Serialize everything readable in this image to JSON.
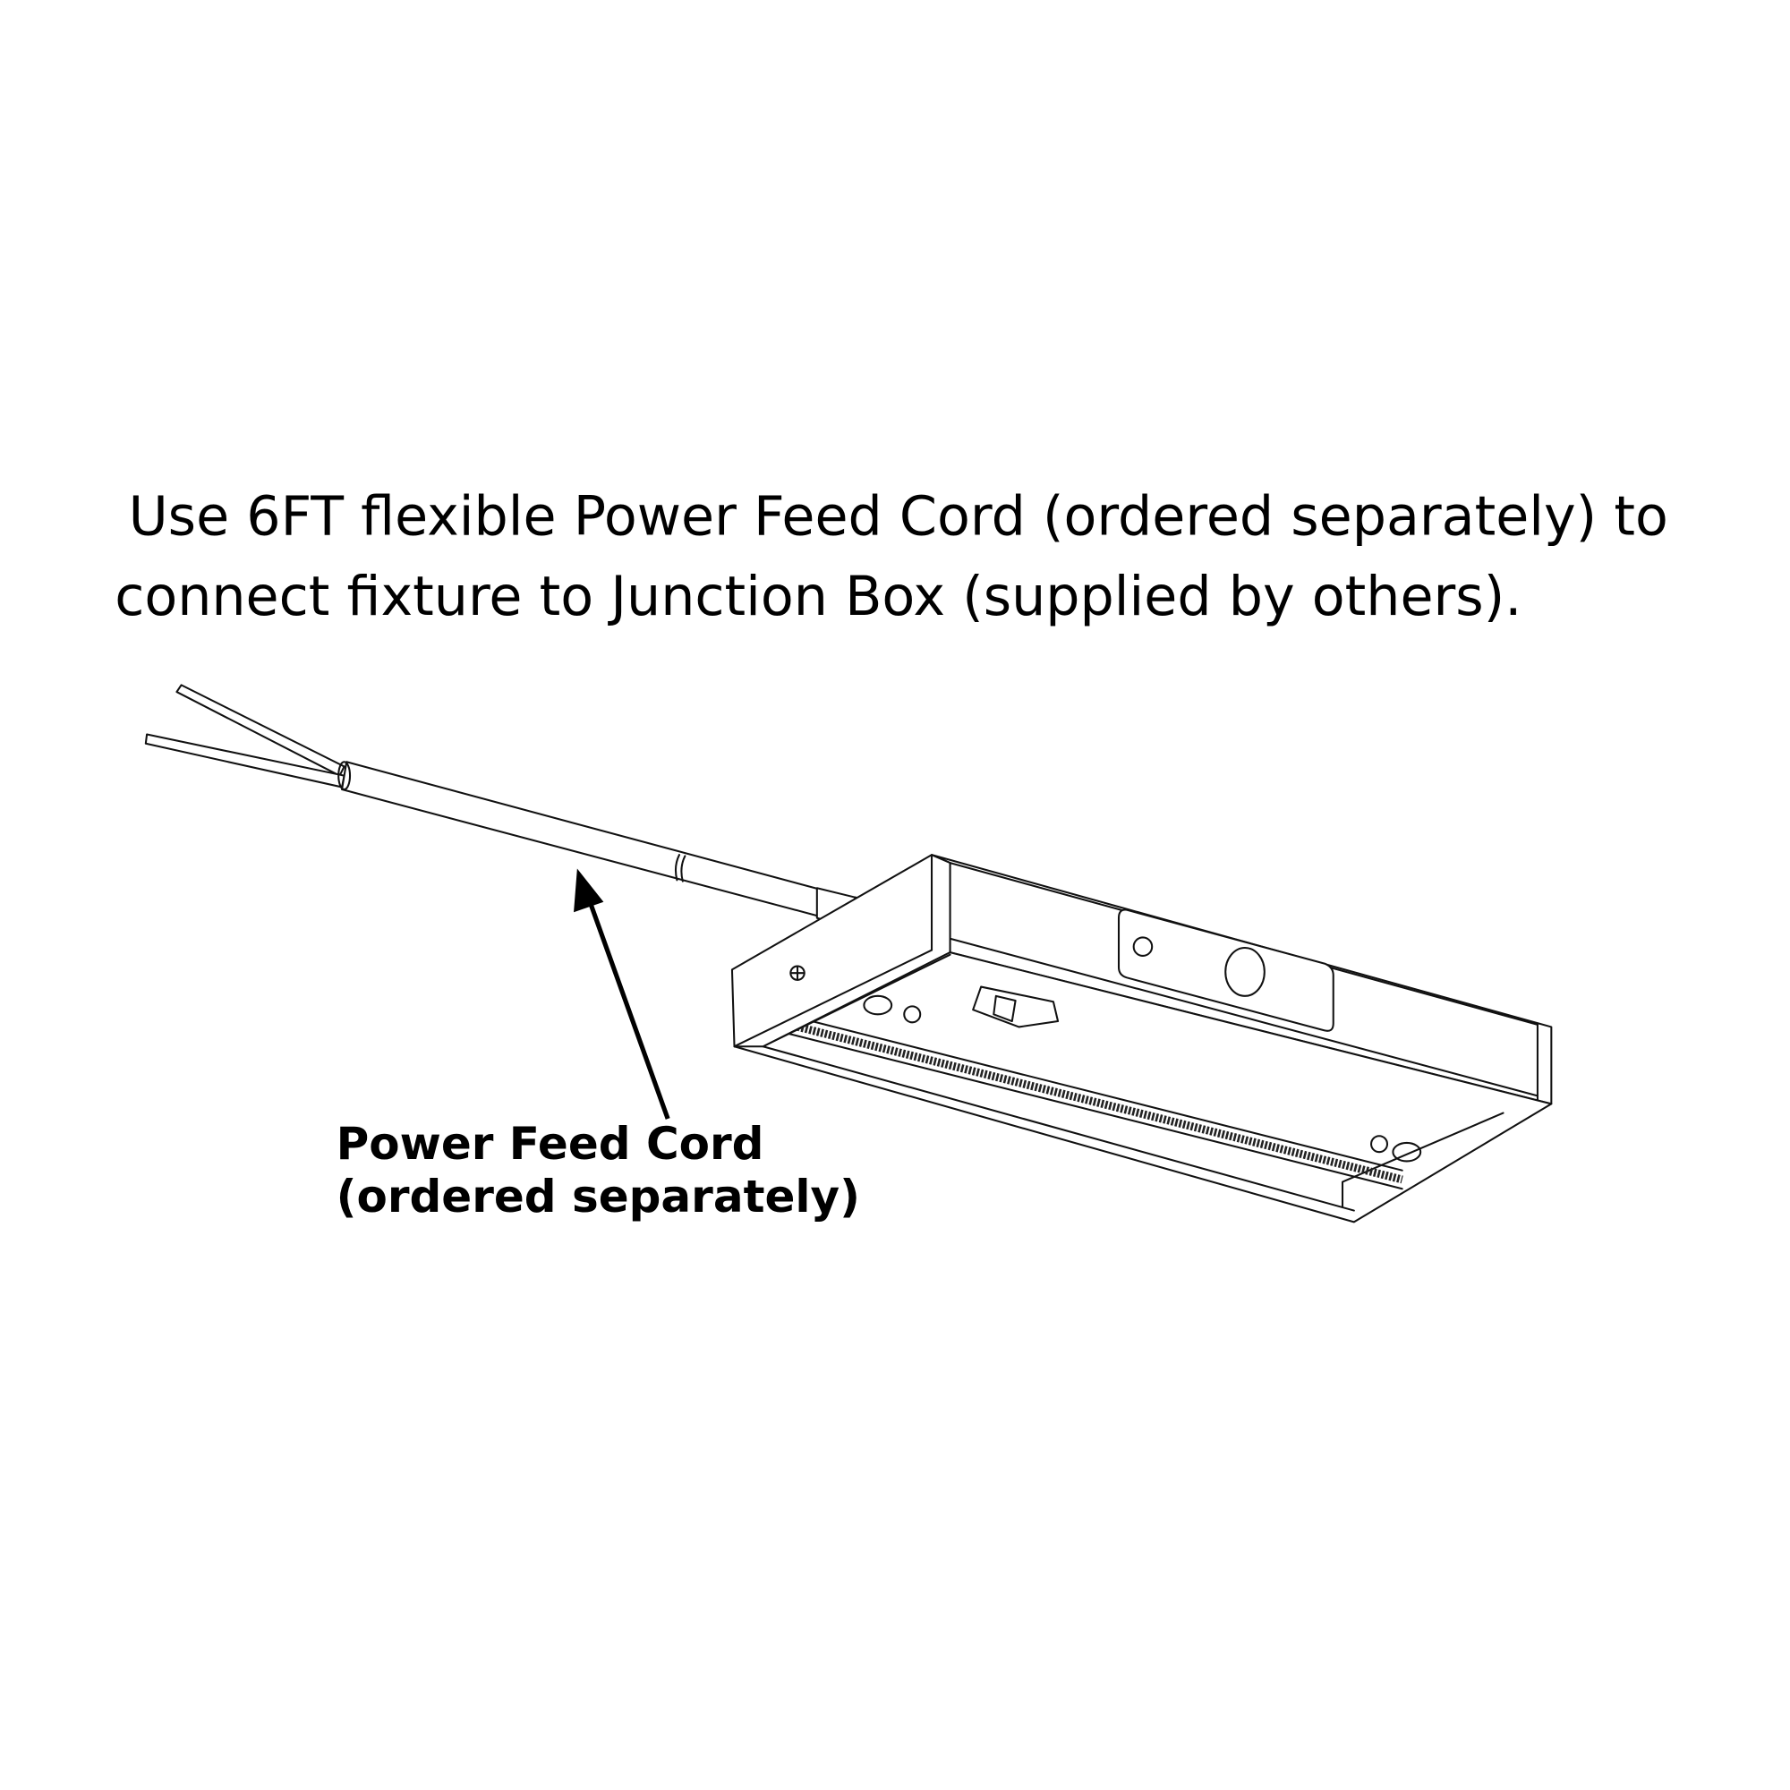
{
  "instruction": {
    "line1": "Use 6FT  flexible Power Feed Cord (ordered separately) to",
    "line2": "connect fixture to Junction Box (supplied by others)."
  },
  "callout": {
    "line1": "Power Feed Cord",
    "line2": "(ordered separately)"
  },
  "colors": {
    "ink": "#000000",
    "background": "#ffffff"
  }
}
